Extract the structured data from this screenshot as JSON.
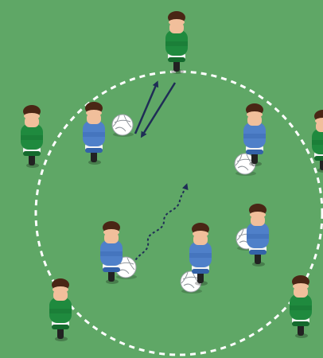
{
  "colors": {
    "pitch": "#5fa766",
    "circle_line": "#ffffff",
    "arrow": "#1f2d56",
    "team_green": "#1f8a3e",
    "team_green_dark": "#146a2d",
    "team_blue": "#4f80c9",
    "team_blue_dark": "#3362a8",
    "skin": "#f1bf9b",
    "hair": "#4a2615",
    "ball": "#ffffff"
  },
  "players": [
    {
      "name": "player-green-top",
      "team": "green"
    },
    {
      "name": "player-green-left",
      "team": "green"
    },
    {
      "name": "player-green-right-edge",
      "team": "green"
    },
    {
      "name": "player-green-bottom-left",
      "team": "green"
    },
    {
      "name": "player-green-bottom-right",
      "team": "green"
    },
    {
      "name": "player-blue-top-left",
      "team": "blue"
    },
    {
      "name": "player-blue-top-right",
      "team": "blue"
    },
    {
      "name": "player-blue-mid-right",
      "team": "blue"
    },
    {
      "name": "player-blue-bottom-left",
      "team": "blue"
    },
    {
      "name": "player-blue-bottom-center",
      "team": "blue"
    }
  ],
  "balls": [
    {
      "name": "ball-top-left"
    },
    {
      "name": "ball-top-right"
    },
    {
      "name": "ball-mid-right"
    },
    {
      "name": "ball-bottom-left"
    },
    {
      "name": "ball-bottom-center"
    }
  ],
  "arrows": [
    {
      "name": "pass-arrow-up",
      "style": "solid"
    },
    {
      "name": "pass-arrow-down",
      "style": "solid"
    },
    {
      "name": "dribble-arrow",
      "style": "wavy"
    }
  ]
}
